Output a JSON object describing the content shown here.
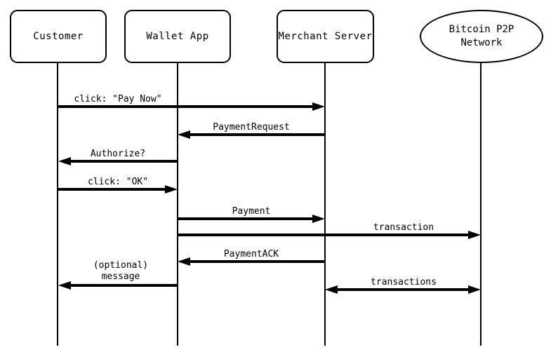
{
  "diagram": {
    "type": "sequence-diagram",
    "topic": "Bitcoin payment protocol",
    "colors": {
      "line": "#000000",
      "background": "#ffffff",
      "text": "#000000"
    },
    "participants": [
      {
        "id": "customer",
        "label": "Customer",
        "shape": "rect"
      },
      {
        "id": "wallet-app",
        "label": "Wallet App",
        "shape": "rect"
      },
      {
        "id": "merchant-server",
        "label": "Merchant Server",
        "shape": "rect"
      },
      {
        "id": "bitcoin-p2p-network",
        "shape": "ellipse",
        "label_lines": [
          "Bitcoin P2P",
          "Network"
        ]
      }
    ],
    "messages": [
      {
        "label": "click: \"Pay Now\"",
        "from": "Customer",
        "to": "Merchant Server",
        "arrow": "right"
      },
      {
        "label": "PaymentRequest",
        "from": "Merchant Server",
        "to": "Wallet App",
        "arrow": "left"
      },
      {
        "label": "Authorize?",
        "from": "Wallet App",
        "to": "Customer",
        "arrow": "left"
      },
      {
        "label": "click: \"OK\"",
        "from": "Customer",
        "to": "Wallet App",
        "arrow": "right"
      },
      {
        "label": "Payment",
        "from": "Wallet App",
        "to": "Merchant Server",
        "arrow": "right"
      },
      {
        "label": "transaction",
        "from": "Wallet App",
        "to": "Bitcoin P2P Network",
        "arrow": "right"
      },
      {
        "label": "PaymentACK",
        "from": "Merchant Server",
        "to": "Wallet App",
        "arrow": "left"
      },
      {
        "label_lines": [
          "(optional)",
          "message"
        ],
        "from": "Wallet App",
        "to": "Customer",
        "arrow": "left"
      },
      {
        "label": "transactions",
        "from": "Merchant Server",
        "to": "Bitcoin P2P Network",
        "arrow": "both"
      }
    ]
  }
}
